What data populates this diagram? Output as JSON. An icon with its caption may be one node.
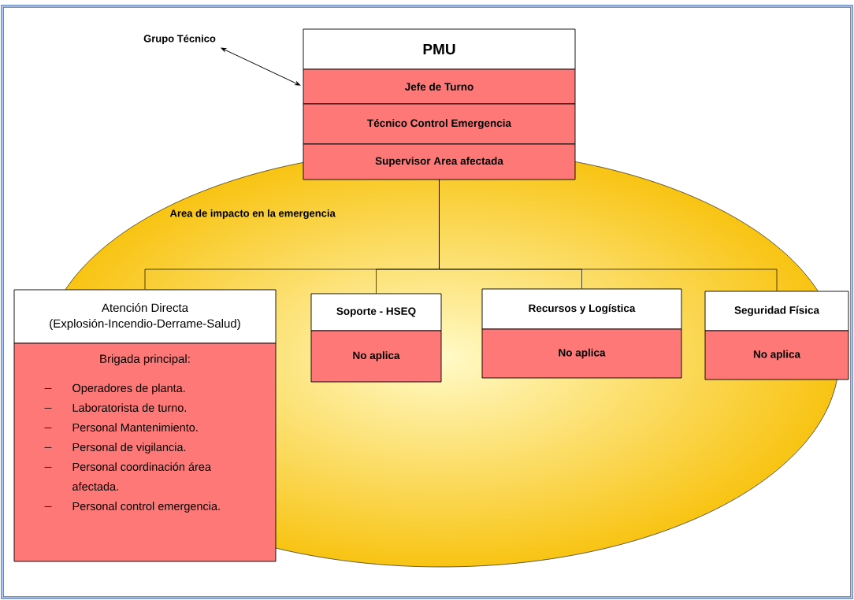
{
  "diagram": {
    "nodes": [
      {
        "text": [
          "Area de impacto en la emergencia"
        ]
      },
      {
        "text": [
          "Grupo Técnico"
        ]
      },
      {
        "text": [
          "PMU"
        ]
      },
      {
        "text": [
          "Jefe de Turno"
        ]
      },
      {
        "text": [
          "Técnico Control Emergencia"
        ]
      },
      {
        "text": [
          "Supervisor Area afectada"
        ]
      },
      {
        "text": [
          "Atención Directa",
          "(Explosión-Incendio-Derrame-Salud)"
        ]
      },
      {
        "text": [
          "Brigada principal:",
          "Operadores de planta.",
          "Laboratorista de turno.",
          "Personal Mantenimiento.",
          "Personal de vigilancia.",
          "Personal coordinación área afectada.",
          "Personal control emergencia."
        ]
      },
      {
        "text": [
          "Soporte - HSEQ"
        ],
        "in": 0
      },
      {
        "text": [
          "No aplica"
        ],
        "in": 0
      },
      {
        "text": [
          "Recursos y Logística"
        ],
        "in": 0
      },
      {
        "text": [
          "No aplica"
        ],
        "in": 0
      },
      {
        "text": [
          "Seguridad Física"
        ]
      },
      {
        "text": [
          "No aplica"
        ]
      }
    ],
    "edges": [
      {
        "from": 1,
        "to": 3,
        "arrow": "both"
      },
      {
        "from": 5,
        "to": 6,
        "arrow": "none"
      },
      {
        "from": 5,
        "to": 8,
        "arrow": "none"
      },
      {
        "from": 5,
        "to": 10,
        "arrow": "none"
      },
      {
        "from": 5,
        "to": 12,
        "arrow": "none"
      }
    ]
  }
}
